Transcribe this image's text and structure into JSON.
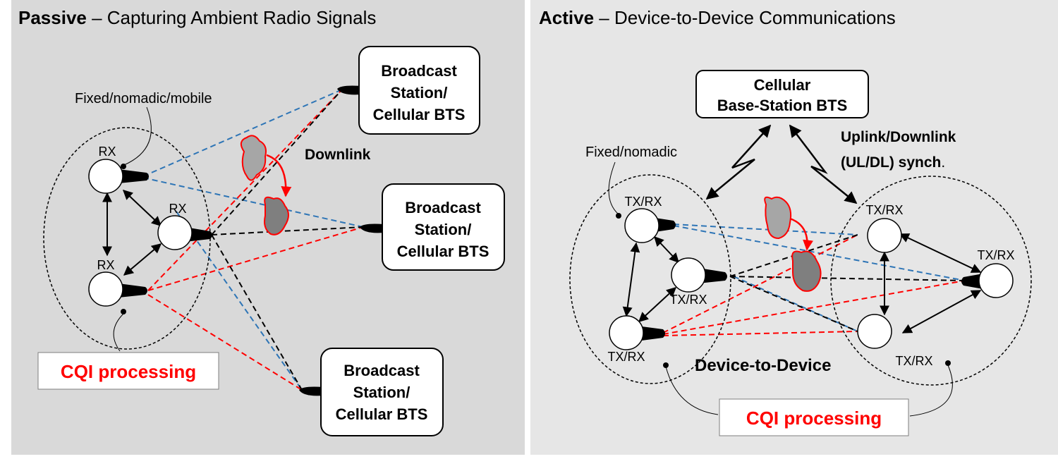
{
  "colors": {
    "panel_bg": "#d9d9d9",
    "panel_bg_right": "#e6e6e6",
    "blue_link": "#2e75b6",
    "red_link": "#ff0000",
    "black_link": "#000000",
    "interference_fill": "#a6a6a6",
    "interference_fill_dark": "#7f7f7f",
    "interference_stroke": "#ff0000"
  },
  "passive": {
    "title_bold": "Passive",
    "title_rest": " – Capturing Ambient Radio Signals",
    "annotation_mobility": "Fixed/nomadic/mobile",
    "node_label_rx": "RX",
    "downlink_label": "Downlink",
    "cqi_label": "CQI processing",
    "stations": [
      {
        "line1": "Broadcast",
        "line2": "Station/",
        "line3": "Cellular BTS"
      },
      {
        "line1": "Broadcast",
        "line2": "Station/",
        "line3": "Cellular BTS"
      },
      {
        "line1": "Broadcast",
        "line2": "Station/",
        "line3": "Cellular BTS"
      }
    ],
    "icons": [
      "antenna-icon",
      "interference-cloud-icon",
      "curved-arrow-icon"
    ]
  },
  "active": {
    "title_bold": "Active",
    "title_rest": " – Device-to-Device Communications",
    "bts_line1": "Cellular",
    "bts_line2": "Base-Station BTS",
    "uldl_line1": "Uplink/Downlink",
    "uldl_line2_bold": "(UL/DL) synch",
    "uldl_line2_end": ".",
    "annotation_fixed": "Fixed/nomadic",
    "node_label_txrx": "TX/RX",
    "d2d_label": "Device-to-Device",
    "cqi_label": "CQI processing"
  }
}
